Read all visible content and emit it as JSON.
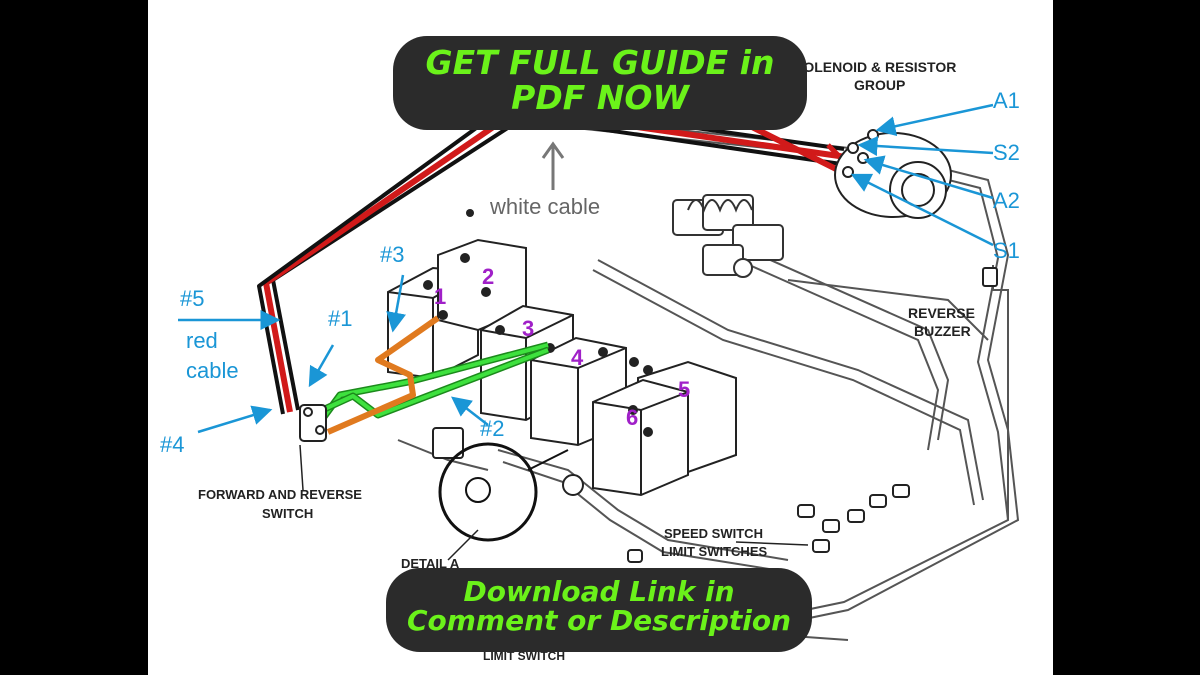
{
  "banner_top": {
    "line1": "GET FULL GUIDE in",
    "line2": "PDF NOW"
  },
  "banner_bottom": {
    "line1": "Download Link in",
    "line2": "Comment or Description"
  },
  "diagram": {
    "solenoid_group": {
      "line1": "SOLENOID & RESISTOR",
      "line2": "GROUP"
    },
    "terminals": [
      "A1",
      "S2",
      "A2",
      "S1"
    ],
    "white_cable": "white cable",
    "cable_refs": {
      "n5": "#5",
      "n3": "#3",
      "n1": "#1",
      "n2": "#2",
      "n4": "#4"
    },
    "red_cable": {
      "line1": "red",
      "line2": "cable"
    },
    "battery_numbers": [
      "1",
      "2",
      "3",
      "4",
      "5",
      "6"
    ],
    "reverse_buzzer": {
      "line1": "REVERSE",
      "line2": "BUZZER"
    },
    "forward_reverse_switch": {
      "line1": "FORWARD AND REVERSE",
      "line2": "SWITCH"
    },
    "detail_a": "DETAIL A",
    "speed_switch": {
      "line1": "SPEED SWITCH",
      "line2": "LIMIT SWITCHES"
    },
    "limit_switch": "LIMIT SWITCH"
  },
  "colors": {
    "red_cable": "#d11a1a",
    "green_cable": "#3ee13e",
    "orange_cable": "#e07a1f",
    "callout_blue": "#1a96d6",
    "number_purple": "#a020c8",
    "pill_bg": "#2b2b2b",
    "pill_text": "#6bf21a"
  }
}
